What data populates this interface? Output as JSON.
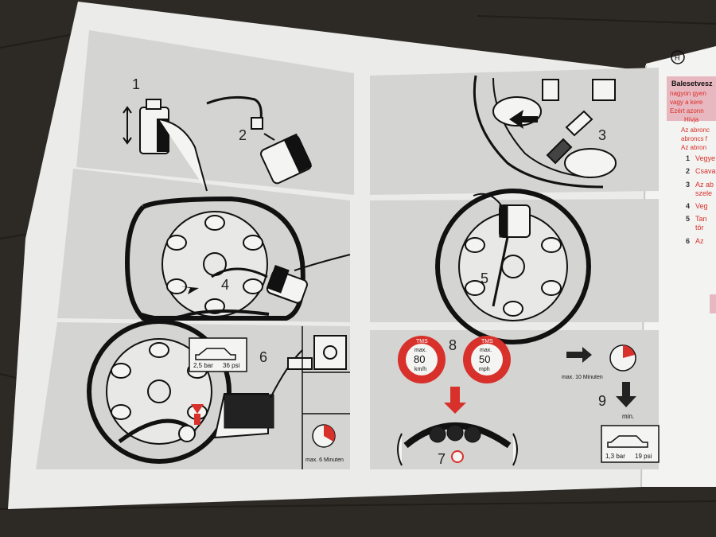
{
  "steps": {
    "s1": "1",
    "s2": "2",
    "s3": "3",
    "s4": "4",
    "s5": "5",
    "s6": "6",
    "s7": "7",
    "s8": "8",
    "s9": "9"
  },
  "pressure_high": {
    "bar": "2,5 bar",
    "psi": "36 psi"
  },
  "pressure_low": {
    "bar": "1,3 bar",
    "psi": "19 psi"
  },
  "timer_6": "max. 6 Minuten",
  "timer_10": "max. 10 Minuten",
  "min_label": "min.",
  "speed_sign_1": {
    "brand": "TMS",
    "max": "max.",
    "value": "80",
    "unit": "km/h"
  },
  "speed_sign_2": {
    "brand": "TMS",
    "max": "max.",
    "value": "50",
    "unit": "mph"
  },
  "side_page": {
    "lang_badge": "H",
    "heading": "Balesetvesz",
    "lines": [
      "nagyon gyen",
      "vagy a kere",
      "Ezért azonn",
      "Hívja"
    ],
    "para": [
      "Az abronc",
      "abroncs f",
      "Az abron"
    ],
    "items": [
      {
        "n": "1",
        "t": "Vegye"
      },
      {
        "n": "2",
        "t": "Csava"
      },
      {
        "n": "3",
        "t": "Az ab"
      },
      {
        "n": "",
        "t": "szele"
      },
      {
        "n": "4",
        "t": "Veg"
      },
      {
        "n": "5",
        "t": "Tan"
      },
      {
        "n": "",
        "t": "tör"
      },
      {
        "n": "6",
        "t": "Az"
      }
    ]
  },
  "colors": {
    "accent_red": "#d8302a",
    "panel_gray": "#d6d6d4",
    "paper": "#efefed",
    "pink_box": "#e8b8c0"
  }
}
